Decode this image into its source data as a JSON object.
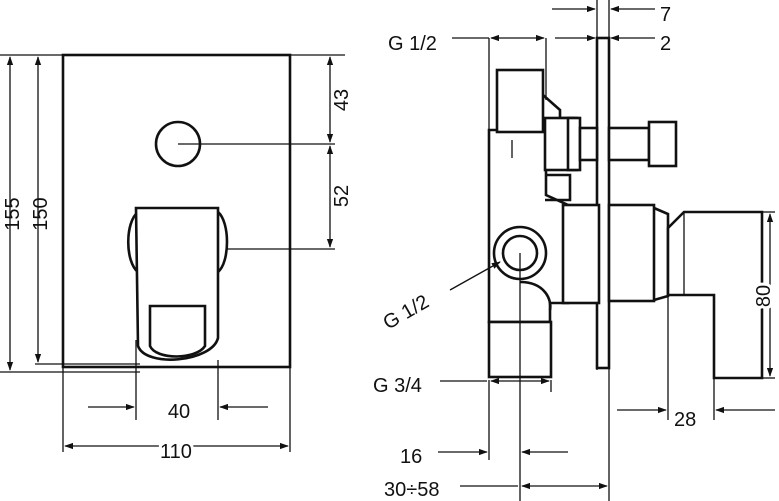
{
  "front_view": {
    "dims": {
      "height_total": "155",
      "height_plate": "150",
      "top_to_knob": "43",
      "knob_to_lever": "52",
      "lever_width": "40",
      "plate_width": "110"
    }
  },
  "side_view": {
    "dims": {
      "plate_thickness": "7",
      "plate_offset": "2",
      "inlet_thread_top": "G 1/2",
      "outlet_thread_round": "G 1/2",
      "outlet_thread_bottom": "G 3/4",
      "lever_height": "80",
      "lever_depth": "28",
      "body_offset": "16",
      "embed_range": "30÷58"
    }
  },
  "colors": {
    "line": "#111111",
    "background": "#ffffff"
  }
}
